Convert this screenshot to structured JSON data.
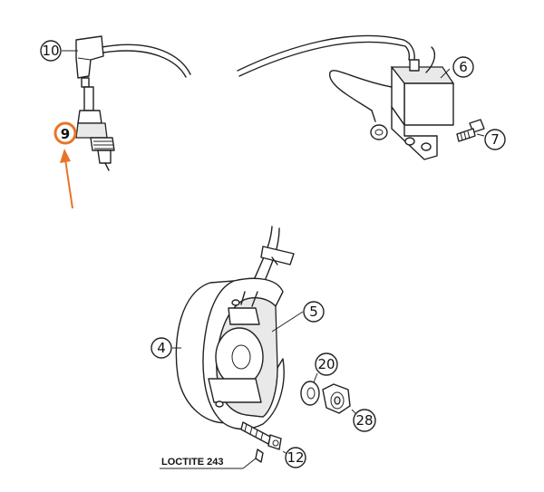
{
  "callouts": [
    {
      "id": "part-10",
      "label": "10"
    },
    {
      "id": "part-9",
      "label": "9"
    },
    {
      "id": "part-6",
      "label": "6"
    },
    {
      "id": "part-7",
      "label": "7"
    },
    {
      "id": "part-5",
      "label": "5"
    },
    {
      "id": "part-4",
      "label": "4"
    },
    {
      "id": "part-20",
      "label": "20"
    },
    {
      "id": "part-28",
      "label": "28"
    },
    {
      "id": "part-12",
      "label": "12"
    }
  ],
  "note": {
    "text": "LOCTITE 243"
  },
  "colors": {
    "highlight": "#e8742a",
    "line": "#222222"
  }
}
